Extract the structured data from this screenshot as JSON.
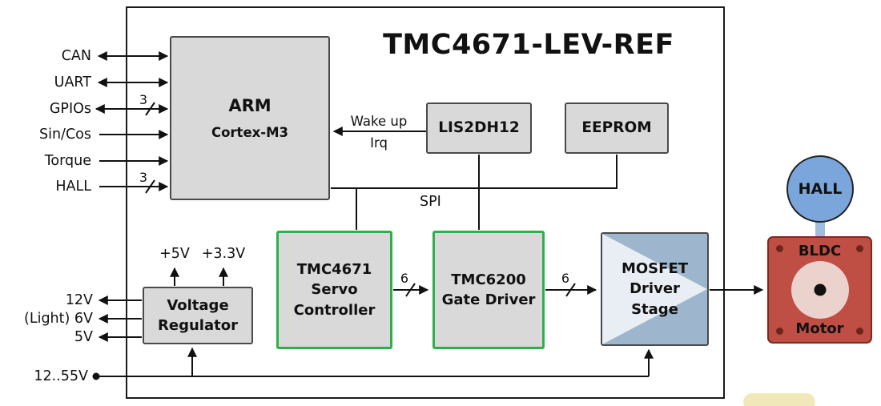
{
  "title": "TMC4671-LEV-REF",
  "blocks": {
    "arm": {
      "line1": "ARM",
      "line2": "Cortex-M3"
    },
    "lis2dh12": {
      "label": "LIS2DH12"
    },
    "eeprom": {
      "label": "EEPROM"
    },
    "tmc4671": {
      "line1": "TMC4671",
      "line2": "Servo",
      "line3": "Controller"
    },
    "tmc6200": {
      "line1": "TMC6200",
      "line2": "Gate Driver"
    },
    "mosfet": {
      "line1": "MOSFET",
      "line2": "Driver",
      "line3": "Stage"
    },
    "voltage_regulator": {
      "line1": "Voltage",
      "line2": "Regulator"
    },
    "motor": {
      "line1": "BLDC",
      "line2": "Motor"
    },
    "hall_sensor": {
      "label": "HALL"
    }
  },
  "left_signals": [
    {
      "label": "CAN",
      "direction": "bidirectional"
    },
    {
      "label": "UART",
      "direction": "bidirectional"
    },
    {
      "label": "GPIOs",
      "direction": "bidirectional",
      "bus_width": "3"
    },
    {
      "label": "Sin/Cos",
      "direction": "in"
    },
    {
      "label": "Torque",
      "direction": "in"
    },
    {
      "label": "HALL",
      "direction": "in",
      "bus_width": "3"
    }
  ],
  "power_outputs": [
    "12V",
    "(Light) 6V",
    "5V"
  ],
  "regulator_rails": [
    "+5V",
    "+3.3V"
  ],
  "supply_input": "12..55V",
  "labels": {
    "spi": "SPI",
    "wake_up": "Wake up",
    "irq": "Irq"
  },
  "bus_widths": {
    "servo_to_gate": "6",
    "gate_to_driver": "6"
  },
  "colors": {
    "block_fill": "#d9d9d9",
    "block_border": "#4a4a4a",
    "green_border": "#2fae4c",
    "mosfet_fill": "#9db6ce",
    "mosfet_triangle": "#e9eef4",
    "motor_fill": "#bf4e44",
    "motor_border": "#7c2b20",
    "hall_fill": "#7aa6dc",
    "wire": "#111111",
    "board_border": "#1a1a1a"
  }
}
